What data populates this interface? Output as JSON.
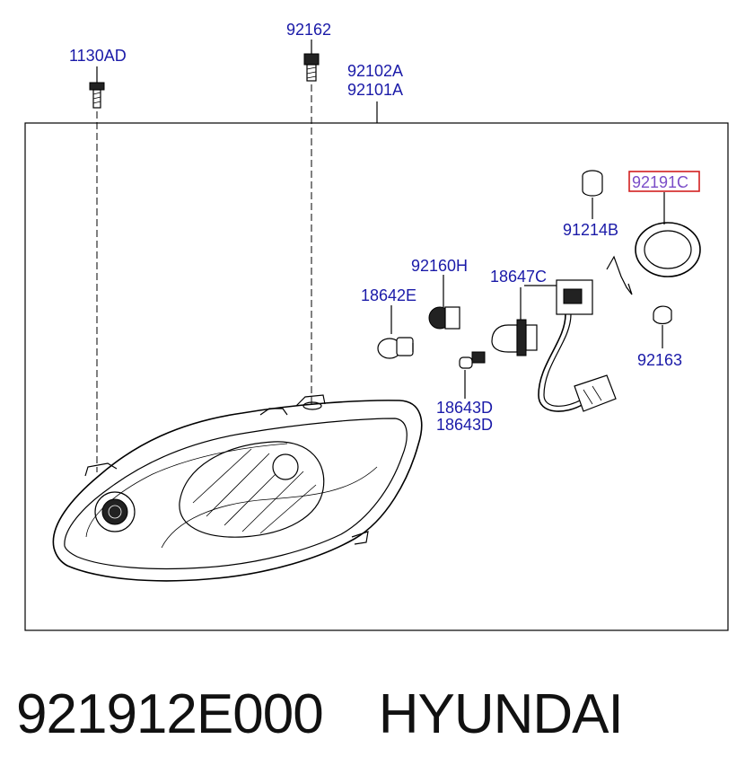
{
  "labels": {
    "bolt_left": "1130AD",
    "screw_top": "92162",
    "assembly_a": "92102A",
    "assembly_b": "92101A",
    "cap": "92191C",
    "socket": "91214B",
    "bulb_holder": "92160H",
    "wiring_bulb": "18647C",
    "small_bulb": "18642E",
    "clip": "92163",
    "wedge_bulb_a": "18643D",
    "wedge_bulb_b": "18643D"
  },
  "caption": {
    "part_number": "921912E000",
    "brand": "HYUNDAI"
  },
  "colors": {
    "label": "#1a1aa8",
    "highlight_border": "#d22020",
    "highlight_text": "#7a4cc8"
  }
}
